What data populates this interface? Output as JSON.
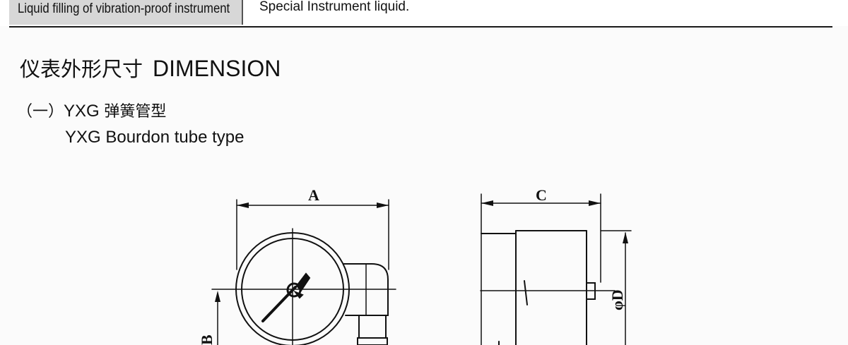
{
  "spec_row": {
    "label": "Liquid filling of vibration-proof instrument",
    "value": "Special Instrument liquid."
  },
  "section": {
    "title_cn": "仪表外形尺寸",
    "title_en": "DIMENSION"
  },
  "subsection": {
    "number": "（一）",
    "model": "YXG",
    "name_cn": "弹簧管型",
    "name_en": "YXG Bourdon tube type"
  },
  "drawing": {
    "dim_a": "A",
    "dim_b": "B",
    "dim_c": "C",
    "dim_d": "φD"
  }
}
